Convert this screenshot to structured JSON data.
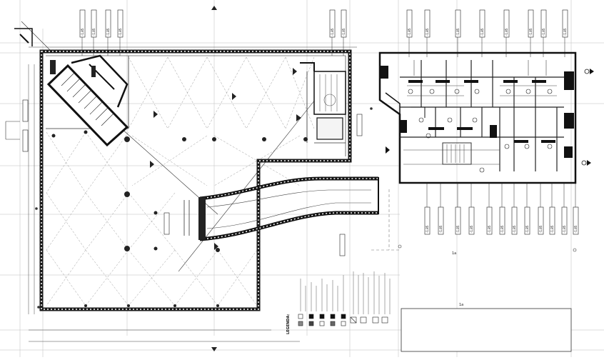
{
  "drawing": {
    "legend_title": "LEGENDA:",
    "room_label_a": "1a",
    "room_label_b": "1a",
    "elevation_tags_top": [
      "-1.85",
      "-1.85",
      "-1.85",
      "-1.85",
      "-1.85",
      "-1.85",
      "-1.85",
      "-1.85",
      "-1.85",
      "-1.85",
      "-1.85",
      "-1.85",
      "-1.85",
      "-1.85"
    ],
    "elevation_tags_bottom": [
      "-1.85",
      "-1.85",
      "-1.85",
      "-1.85",
      "-1.85",
      "-1.85",
      "-1.85",
      "-1.85",
      "-1.85",
      "-1.85",
      "-1.85",
      "-1.85"
    ]
  }
}
